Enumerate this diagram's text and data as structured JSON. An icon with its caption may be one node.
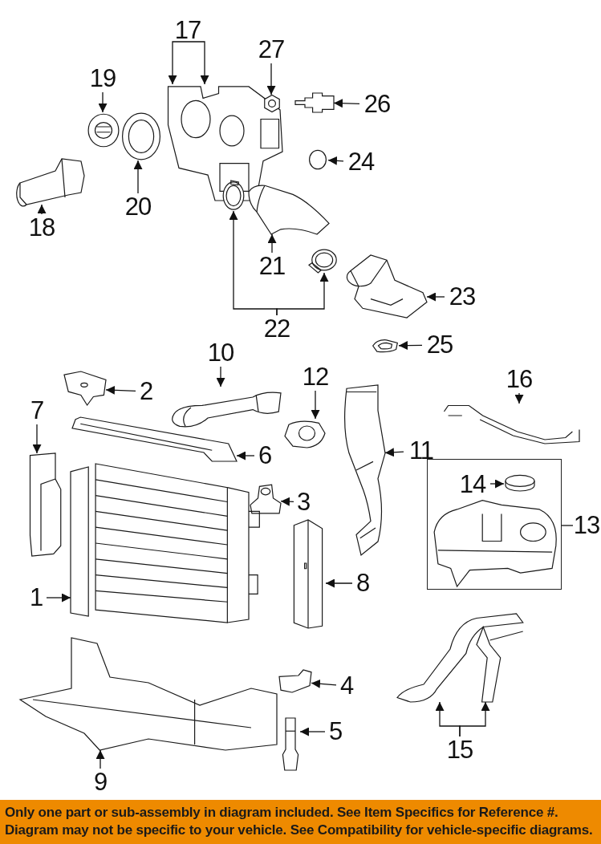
{
  "diagram": {
    "caption": "Only one part or sub-assembly in diagram included. See Item Specifics for Reference #. Diagram may not be specific to your vehicle. See Compatibility for vehicle-specific diagrams.",
    "nodes": [
      {
        "text": [
          "17"
        ]
      },
      {
        "text": [
          "27"
        ]
      },
      {
        "text": [
          "19"
        ]
      },
      {
        "text": [
          "26"
        ]
      },
      {
        "text": [
          "24"
        ]
      },
      {
        "text": [
          "20"
        ]
      },
      {
        "text": [
          "18"
        ]
      },
      {
        "text": [
          "21"
        ]
      },
      {
        "text": [
          "23"
        ]
      },
      {
        "text": [
          "22"
        ]
      },
      {
        "text": [
          "25"
        ]
      },
      {
        "text": [
          "10"
        ]
      },
      {
        "text": [
          "2"
        ]
      },
      {
        "text": [
          "12"
        ]
      },
      {
        "text": [
          "16"
        ]
      },
      {
        "text": [
          "7"
        ]
      },
      {
        "text": [
          "6"
        ]
      },
      {
        "text": [
          "11"
        ]
      },
      {
        "text": [],
        "shape": "box"
      },
      {
        "text": [
          "13"
        ]
      },
      {
        "text": [
          "3"
        ]
      },
      {
        "text": [
          "8"
        ]
      },
      {
        "text": [
          "1"
        ]
      },
      {
        "text": [
          "4"
        ]
      },
      {
        "text": [
          "5"
        ]
      },
      {
        "text": [
          "15"
        ]
      },
      {
        "text": [
          "9"
        ]
      },
      {
        "text": [],
        "shape": "picture"
      },
      {
        "text": [],
        "shape": "picture"
      },
      {
        "text": [],
        "shape": "picture"
      },
      {
        "text": [],
        "shape": "picture"
      },
      {
        "text": [],
        "shape": "picture"
      },
      {
        "text": [],
        "shape": "picture"
      },
      {
        "text": [],
        "shape": "picture"
      },
      {
        "text": [],
        "shape": "picture"
      },
      {
        "text": [],
        "shape": "picture"
      },
      {
        "text": [],
        "shape": "picture"
      },
      {
        "text": [],
        "shape": "picture"
      },
      {
        "text": [],
        "shape": "picture"
      },
      {
        "text": [],
        "shape": "picture"
      },
      {
        "text": [],
        "shape": "picture"
      },
      {
        "text": [],
        "shape": "picture"
      },
      {
        "text": [],
        "shape": "picture"
      },
      {
        "text": [],
        "shape": "picture"
      },
      {
        "text": [],
        "shape": "picture"
      },
      {
        "text": [],
        "shape": "picture"
      },
      {
        "text": [
          "14"
        ],
        "in": 18
      },
      {
        "text": [],
        "shape": "picture",
        "in": 18
      },
      {
        "text": [],
        "shape": "picture",
        "in": 18
      },
      {
        "text": [],
        "shape": "picture"
      },
      {
        "text": [],
        "shape": "picture"
      },
      {
        "text": [],
        "shape": "picture"
      },
      {
        "text": [],
        "shape": "picture"
      },
      {
        "text": [],
        "shape": "picture"
      },
      {
        "text": [],
        "shape": "picture"
      },
      {
        "text": [],
        "shape": "picture"
      }
    ],
    "edges": [
      {
        "from": 0,
        "to": 27,
        "arrow": "to"
      },
      {
        "from": 0,
        "to": 27,
        "arrow": "to"
      },
      {
        "from": 1,
        "to": 28,
        "arrow": "to"
      },
      {
        "from": 2,
        "to": 29,
        "arrow": "to"
      },
      {
        "from": 3,
        "to": 30,
        "arrow": "to"
      },
      {
        "from": 4,
        "to": 33,
        "arrow": "to"
      },
      {
        "from": 5,
        "to": 32,
        "arrow": "to"
      },
      {
        "from": 6,
        "to": 31,
        "arrow": "to"
      },
      {
        "from": 7,
        "to": 35,
        "arrow": "to"
      },
      {
        "from": 8,
        "to": 37,
        "arrow": "to"
      },
      {
        "from": 9,
        "to": 34,
        "arrow": "to"
      },
      {
        "from": 9,
        "to": 36,
        "arrow": "to"
      },
      {
        "from": 10,
        "to": 38,
        "arrow": "to"
      },
      {
        "from": 11,
        "to": 40,
        "arrow": "to"
      },
      {
        "from": 12,
        "to": 39,
        "arrow": "to"
      },
      {
        "from": 13,
        "to": 41,
        "arrow": "to"
      },
      {
        "from": 14,
        "to": 42,
        "arrow": "to"
      },
      {
        "from": 15,
        "to": 45,
        "arrow": "to"
      },
      {
        "from": 16,
        "to": 43,
        "arrow": "to"
      },
      {
        "from": 17,
        "to": 44,
        "arrow": "to"
      },
      {
        "from": 46,
        "to": 47,
        "arrow": "to"
      },
      {
        "from": 19,
        "to": 18,
        "arrow": "none"
      },
      {
        "from": 20,
        "to": 49,
        "arrow": "to"
      },
      {
        "from": 21,
        "to": 51,
        "arrow": "to"
      },
      {
        "from": 22,
        "to": 50,
        "arrow": "to"
      },
      {
        "from": 23,
        "to": 53,
        "arrow": "to"
      },
      {
        "from": 24,
        "to": 55,
        "arrow": "to"
      },
      {
        "from": 25,
        "to": 52,
        "arrow": "to"
      },
      {
        "from": 25,
        "to": 52,
        "arrow": "to"
      },
      {
        "from": 26,
        "to": 54,
        "arrow": "to"
      }
    ]
  }
}
